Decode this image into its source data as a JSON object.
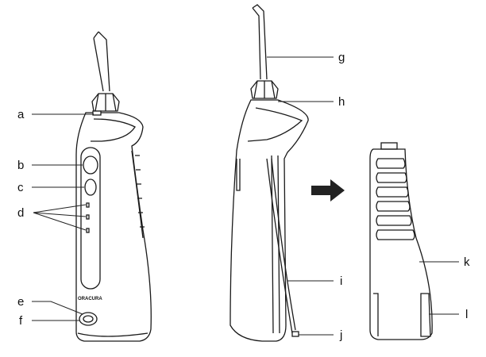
{
  "brand": "ORACURA",
  "labels": {
    "a": "a",
    "b": "b",
    "c": "c",
    "d": "d",
    "e": "e",
    "f": "f",
    "g": "g",
    "h": "h",
    "i": "i",
    "j": "j",
    "k": "k",
    "l": "l"
  }
}
